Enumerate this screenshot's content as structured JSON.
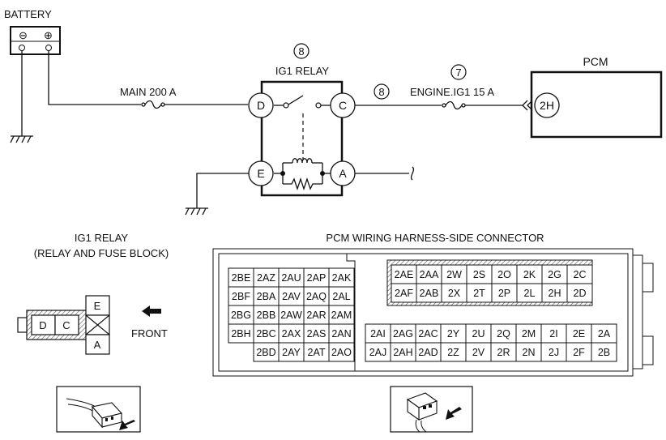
{
  "labels": {
    "battery": "BATTERY",
    "battery_neg": "⊖",
    "battery_pos": "⊕",
    "ig1_relay": "IG1 RELAY",
    "circle_8_top": "8",
    "circle_8_line": "8",
    "circle_7": "7",
    "main_fuse": "MAIN 200 A",
    "engine_fuse": "ENGINE.IG1 15 A",
    "pcm": "PCM",
    "pcm_terminal": "2H",
    "relay_terminals": [
      "D",
      "C",
      "E",
      "A"
    ]
  },
  "relay_block": {
    "title_line1": "IG1 RELAY",
    "title_line2": "(RELAY AND FUSE BLOCK)",
    "terminals": [
      "D",
      "C",
      "E",
      "A"
    ],
    "front_label": "FRONT"
  },
  "connector": {
    "title": "PCM WIRING HARNESS-SIDE CONNECTOR",
    "left_grid": [
      [
        "2BE",
        "2AZ",
        "2AU",
        "2AP",
        "2AK"
      ],
      [
        "2BF",
        "2BA",
        "2AV",
        "2AQ",
        "2AL"
      ],
      [
        "2BG",
        "2BB",
        "2AW",
        "2AR",
        "2AM"
      ],
      [
        "2BH",
        "2BC",
        "2AX",
        "2AS",
        "2AN"
      ],
      [
        "",
        "2BD",
        "2AY",
        "2AT",
        "2AO"
      ]
    ],
    "right_top_grid": [
      [
        "2AE",
        "2AA",
        "2W",
        "2S",
        "2O",
        "2K",
        "2G",
        "2C"
      ],
      [
        "2AF",
        "2AB",
        "2X",
        "2T",
        "2P",
        "2L",
        "2H",
        "2D"
      ]
    ],
    "right_bottom_grid": [
      [
        "2AI",
        "2AG",
        "2AC",
        "2Y",
        "2U",
        "2Q",
        "2M",
        "2I",
        "2E",
        "2A"
      ],
      [
        "2AJ",
        "2AH",
        "2AD",
        "2Z",
        "2V",
        "2R",
        "2N",
        "2J",
        "2F",
        "2B"
      ]
    ]
  }
}
